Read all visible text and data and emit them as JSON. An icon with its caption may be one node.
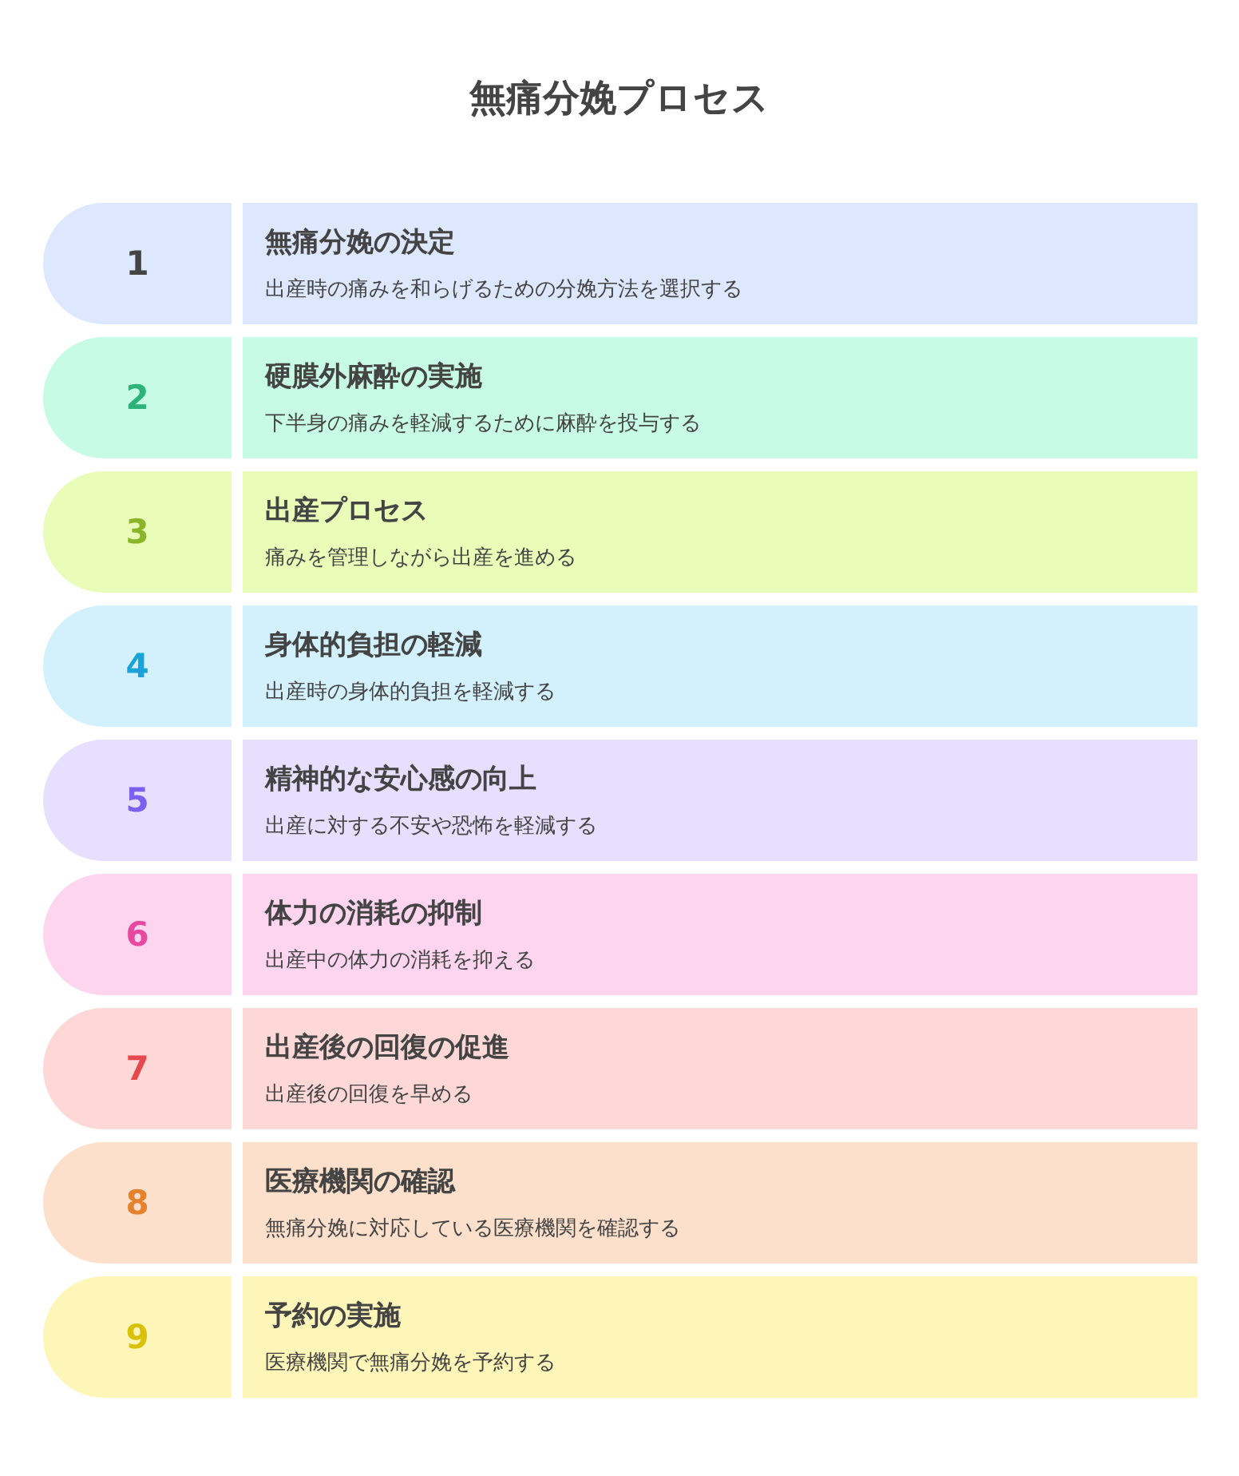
{
  "diagram": {
    "title": "無痛分娩プロセス",
    "nodes": [
      {
        "text": [
          "1"
        ]
      },
      {
        "text": [
          "無痛分娩の決定",
          "出産時の痛みを和らげるための分娩方法を選択する"
        ]
      },
      {
        "text": [
          "2"
        ]
      },
      {
        "text": [
          "硬膜外麻酔の実施",
          "下半身の痛みを軽減するために麻酔を投与する"
        ]
      },
      {
        "text": [
          "3"
        ]
      },
      {
        "text": [
          "出産プロセス",
          "痛みを管理しながら出産を進める"
        ]
      },
      {
        "text": [
          "4"
        ]
      },
      {
        "text": [
          "身体的負担の軽減",
          "出産時の身体的負担を軽減する"
        ]
      },
      {
        "text": [
          "5"
        ]
      },
      {
        "text": [
          "精神的な安心感の向上",
          "出産に対する不安や恐怖を軽減する"
        ]
      },
      {
        "text": [
          "6"
        ]
      },
      {
        "text": [
          "体力の消耗の抑制",
          "出産中の体力の消耗を抑える"
        ]
      },
      {
        "text": [
          "7"
        ]
      },
      {
        "text": [
          "出産後の回復の促進",
          "出産後の回復を早める"
        ]
      },
      {
        "text": [
          "8"
        ]
      },
      {
        "text": [
          "医療機関の確認",
          "無痛分娩に対応している医療機関を確認する"
        ]
      },
      {
        "text": [
          "9"
        ]
      },
      {
        "text": [
          "予約の実施",
          "医療機関で無痛分娩を予約する"
        ]
      }
    ]
  }
}
